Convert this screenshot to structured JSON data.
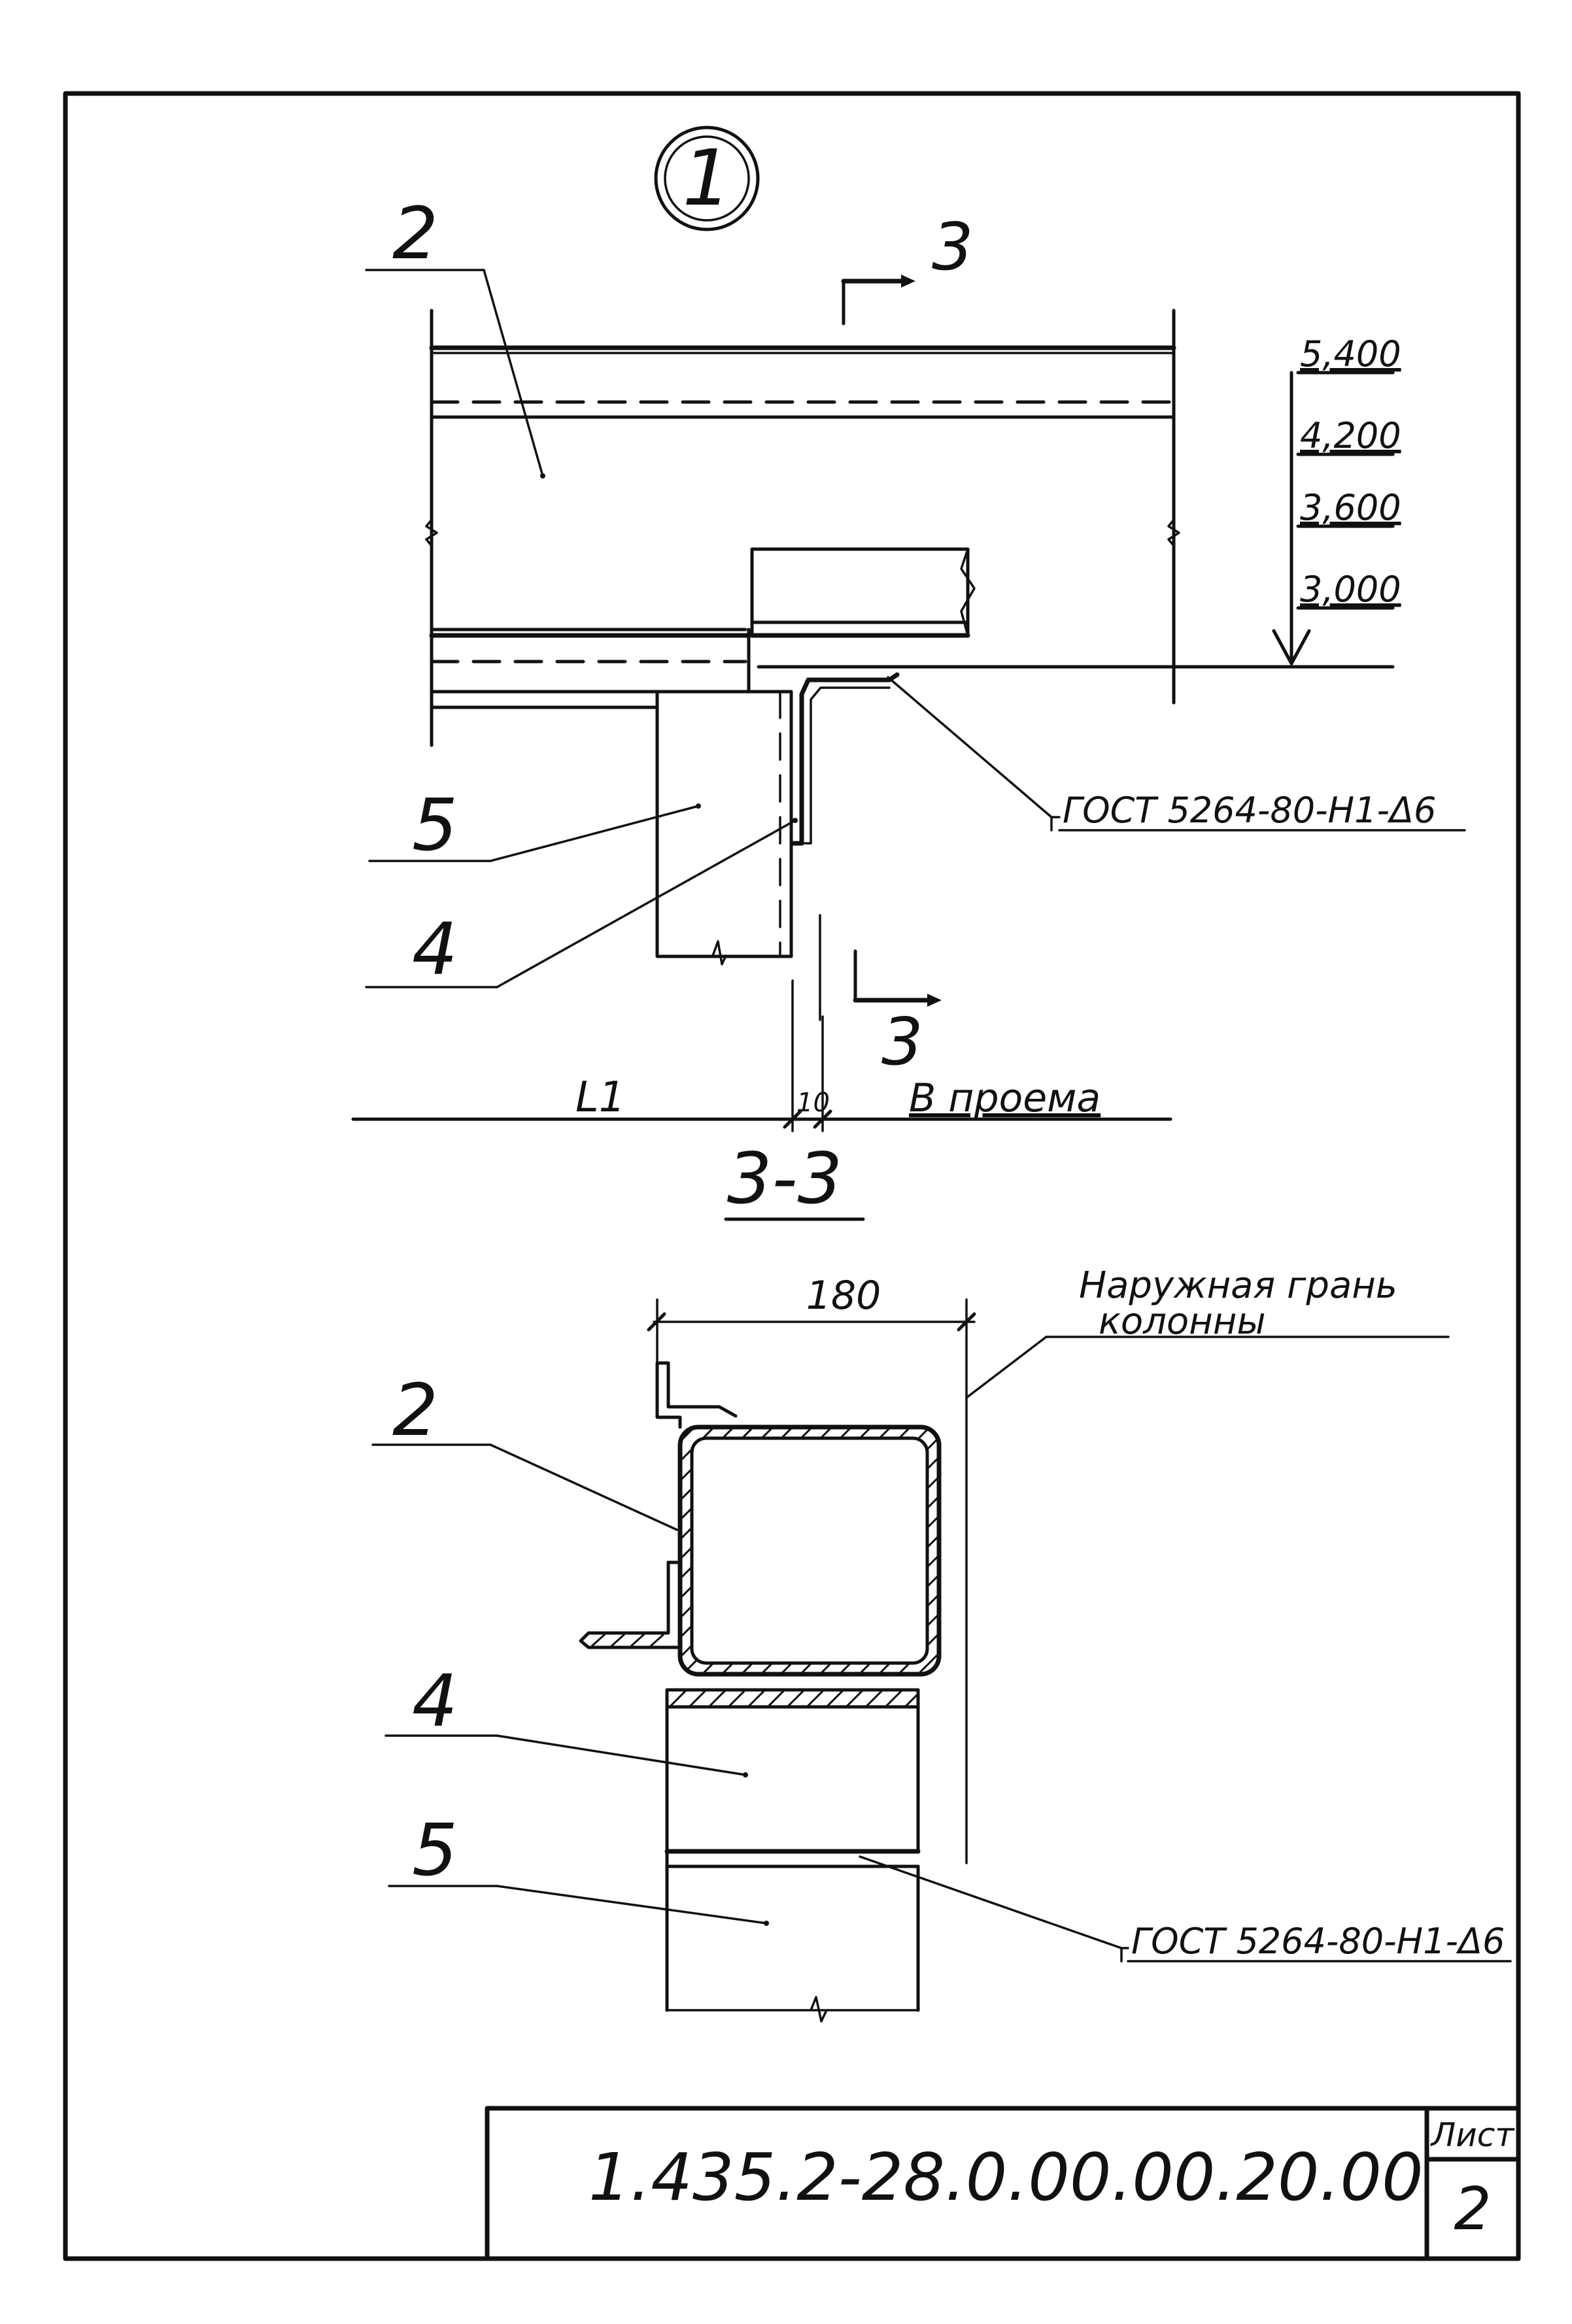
{
  "detail": {
    "marker": "1",
    "section_marker_top": "3",
    "section_marker_bottom": "3",
    "callouts": [
      "2",
      "5",
      "4"
    ],
    "levels": [
      "5,400",
      "4,200",
      "3,600",
      "3,000"
    ],
    "weld_note": "ГОСТ 5264-80-Н1-Δ6",
    "dimensions": {
      "left": "L1",
      "gap": "10",
      "right": "B проема"
    }
  },
  "section": {
    "title": "3-3",
    "width_dim": "180",
    "face_note_line1": "Наружная грань",
    "face_note_line2": "колонны",
    "callouts": [
      "2",
      "4",
      "5"
    ],
    "weld_note": "ГОСТ 5264-80-Н1-Δ6"
  },
  "title_block": {
    "sheet_label": "Лист",
    "doc_code": "1.435.2-28.0.00.00.20.00",
    "sheet_number": "2"
  }
}
